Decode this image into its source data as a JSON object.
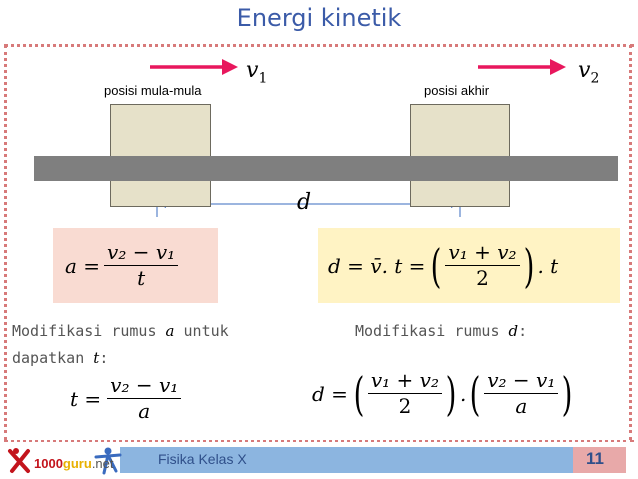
{
  "title": "Energi kinetik",
  "diagram": {
    "label_initial": "posisi mula-mula",
    "label_final": "posisi akhir",
    "v1_sym": "v",
    "v1_sub": "1",
    "v2_sym": "v",
    "v2_sub": "2",
    "distance_sym": "d"
  },
  "formula_a": {
    "lhs": "a =",
    "num": "v₂ − v₁",
    "den": "t"
  },
  "formula_d": {
    "lhs": "d = v̄. t =",
    "num": "v₁ + v₂",
    "den": "2",
    "tail": ". t"
  },
  "caption_left": {
    "line1_pre": "Modifikasi rumus ",
    "line1_var": "a",
    "line1_post": " untuk",
    "line2_pre": "dapatkan ",
    "line2_var": "t",
    "line2_post": ":"
  },
  "caption_right": {
    "pre": "Modifikasi rumus ",
    "var": "d",
    "post": ":"
  },
  "formula_t": {
    "lhs": "t =",
    "num": "v₂ − v₁",
    "den": "a"
  },
  "formula_d2": {
    "lhs": "d =",
    "num1": "v₁ + v₂",
    "den1": "2",
    "dot": ".",
    "num2": "v₂ − v₁",
    "den2": "a"
  },
  "footer": {
    "logo_1000": "1000",
    "logo_guru": "guru",
    "logo_net": ".net",
    "course": "Fisika Kelas X",
    "page": "11"
  },
  "colors": {
    "title": "#3b5ba8",
    "arrow": "#e8175d",
    "formula_a_bg": "#f9dbd2",
    "formula_d_bg": "#fff3c4",
    "dotted": "#d77a7a",
    "footer_blue": "#8cb5e0"
  }
}
